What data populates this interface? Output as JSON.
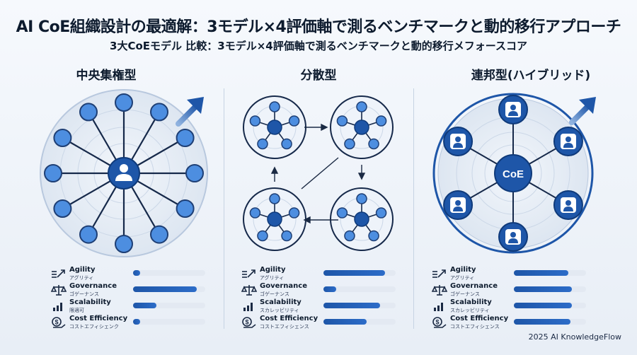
{
  "title": "AI CoE組織設計の最適解：3モデル×4評価軸で測るベンチマークと動的移行アプローチ",
  "subtitle": "3大CoEモデル 比較：3モデル×4評価軸で測るベンチマークと動的移行メフォースコア",
  "models": [
    {
      "title": "中央集権型",
      "hub_label": "",
      "metrics": [
        {
          "name": "Agility",
          "sub": "アグリティ",
          "value": 0.08,
          "icon": "agility-icon"
        },
        {
          "name": "Governance",
          "sub": "ゴゲーナンス",
          "value": 0.88,
          "icon": "governance-icon"
        },
        {
          "name": "Scalability",
          "sub": "限適可",
          "value": 0.32,
          "icon": "scalability-icon"
        },
        {
          "name": "Cost Efficiency",
          "sub": "コストエフィシェンク",
          "value": 0.07,
          "icon": "cost-efficiency-icon"
        }
      ]
    },
    {
      "title": "分散型",
      "hub_label": "",
      "metrics": [
        {
          "name": "Agility",
          "sub": "アグリティ",
          "value": 0.85,
          "icon": "agility-icon"
        },
        {
          "name": "Governance",
          "sub": "ゴゲーナンス",
          "value": 0.18,
          "icon": "governance-icon"
        },
        {
          "name": "Scalability",
          "sub": "スカレッビリティ",
          "value": 0.78,
          "icon": "scalability-icon"
        },
        {
          "name": "Cost Efficiency",
          "sub": "コストエフィシェンス",
          "value": 0.6,
          "icon": "cost-efficiency-icon"
        }
      ]
    },
    {
      "title": "連邦型(ハイブリッド)",
      "hub_label": "CoE",
      "metrics": [
        {
          "name": "Agility",
          "sub": "アグリティ",
          "value": 0.75,
          "icon": "agility-icon"
        },
        {
          "name": "Governance",
          "sub": "ゴゲーナンス",
          "value": 0.8,
          "icon": "governance-icon"
        },
        {
          "name": "Scalability",
          "sub": "スカレッビリティ",
          "value": 0.8,
          "icon": "scalability-icon"
        },
        {
          "name": "Cost Efficiency",
          "sub": "コストエフィシェンス",
          "value": 0.78,
          "icon": "cost-efficiency-icon"
        }
      ]
    }
  ],
  "footer": "2025 AI KnowledgeFlow",
  "colors": {
    "primary": "#1e56a8",
    "node_fill": "#4d8ee0",
    "ring": "#c3d2e6",
    "bar_track": "#e3e9f2"
  }
}
